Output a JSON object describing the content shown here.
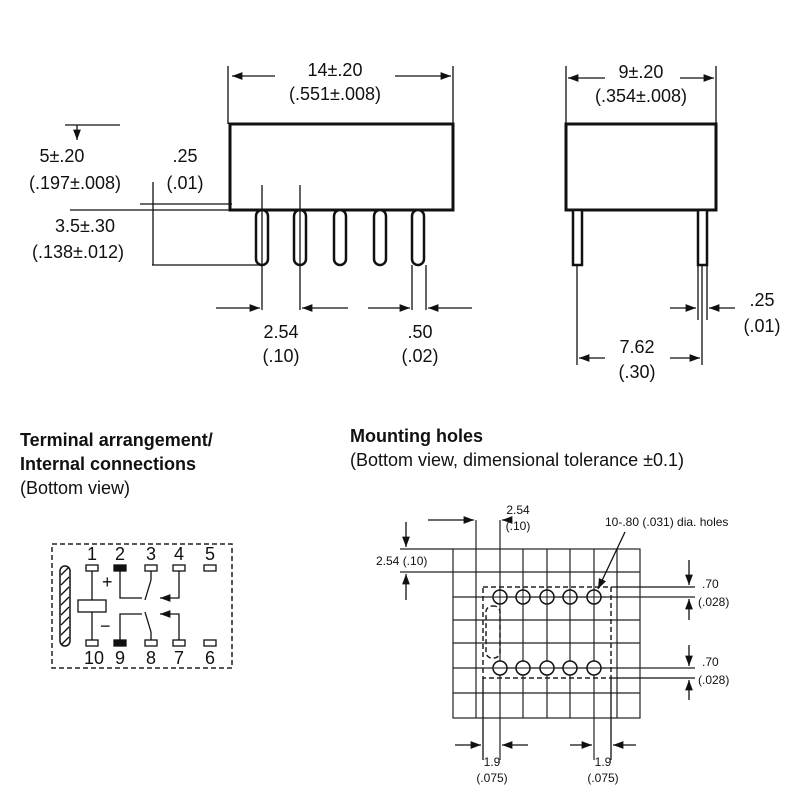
{
  "side_view": {
    "length": "14±.20",
    "length_in": "(.551±.008)",
    "height": "5±.20",
    "height_in": "(.197±.008)",
    "standoff": ".25",
    "standoff_in": "(.01)",
    "pin_length": "3.5±.30",
    "pin_length_in": "(.138±.012)",
    "pitch": "2.54",
    "pitch_in": "(.10)",
    "pin_width": ".50",
    "pin_width_in": "(.02)"
  },
  "end_view": {
    "width": "9±.20",
    "width_in": "(.354±.008)",
    "pin_thickness": ".25",
    "pin_thickness_in": "(.01)",
    "row_spacing": "7.62",
    "row_spacing_in": "(.30)"
  },
  "terminal": {
    "title_1": "Terminal arrangement/",
    "title_2": "Internal connections",
    "subtitle": "(Bottom view)",
    "plus": "+",
    "minus": "−",
    "top_pins": [
      "1",
      "2",
      "3",
      "4",
      "5"
    ],
    "bottom_pins": [
      "10",
      "9",
      "8",
      "7",
      "6"
    ]
  },
  "mounting": {
    "title": "Mounting holes",
    "subtitle": "(Bottom view, dimensional tolerance ±0.1)",
    "pitch_x": "2.54",
    "pitch_x_in": "(.10)",
    "pitch_y": "2.54 (.10)",
    "holes_note": "10-.80 (.031) dia. holes",
    "offset_top": ".70",
    "offset_top_in": "(.028)",
    "offset_bottom": ".70",
    "offset_bottom_in": "(.028)",
    "edge_left": "1.9",
    "edge_left_in": "(.075)",
    "edge_right": "1.9",
    "edge_right_in": "(.075)"
  }
}
